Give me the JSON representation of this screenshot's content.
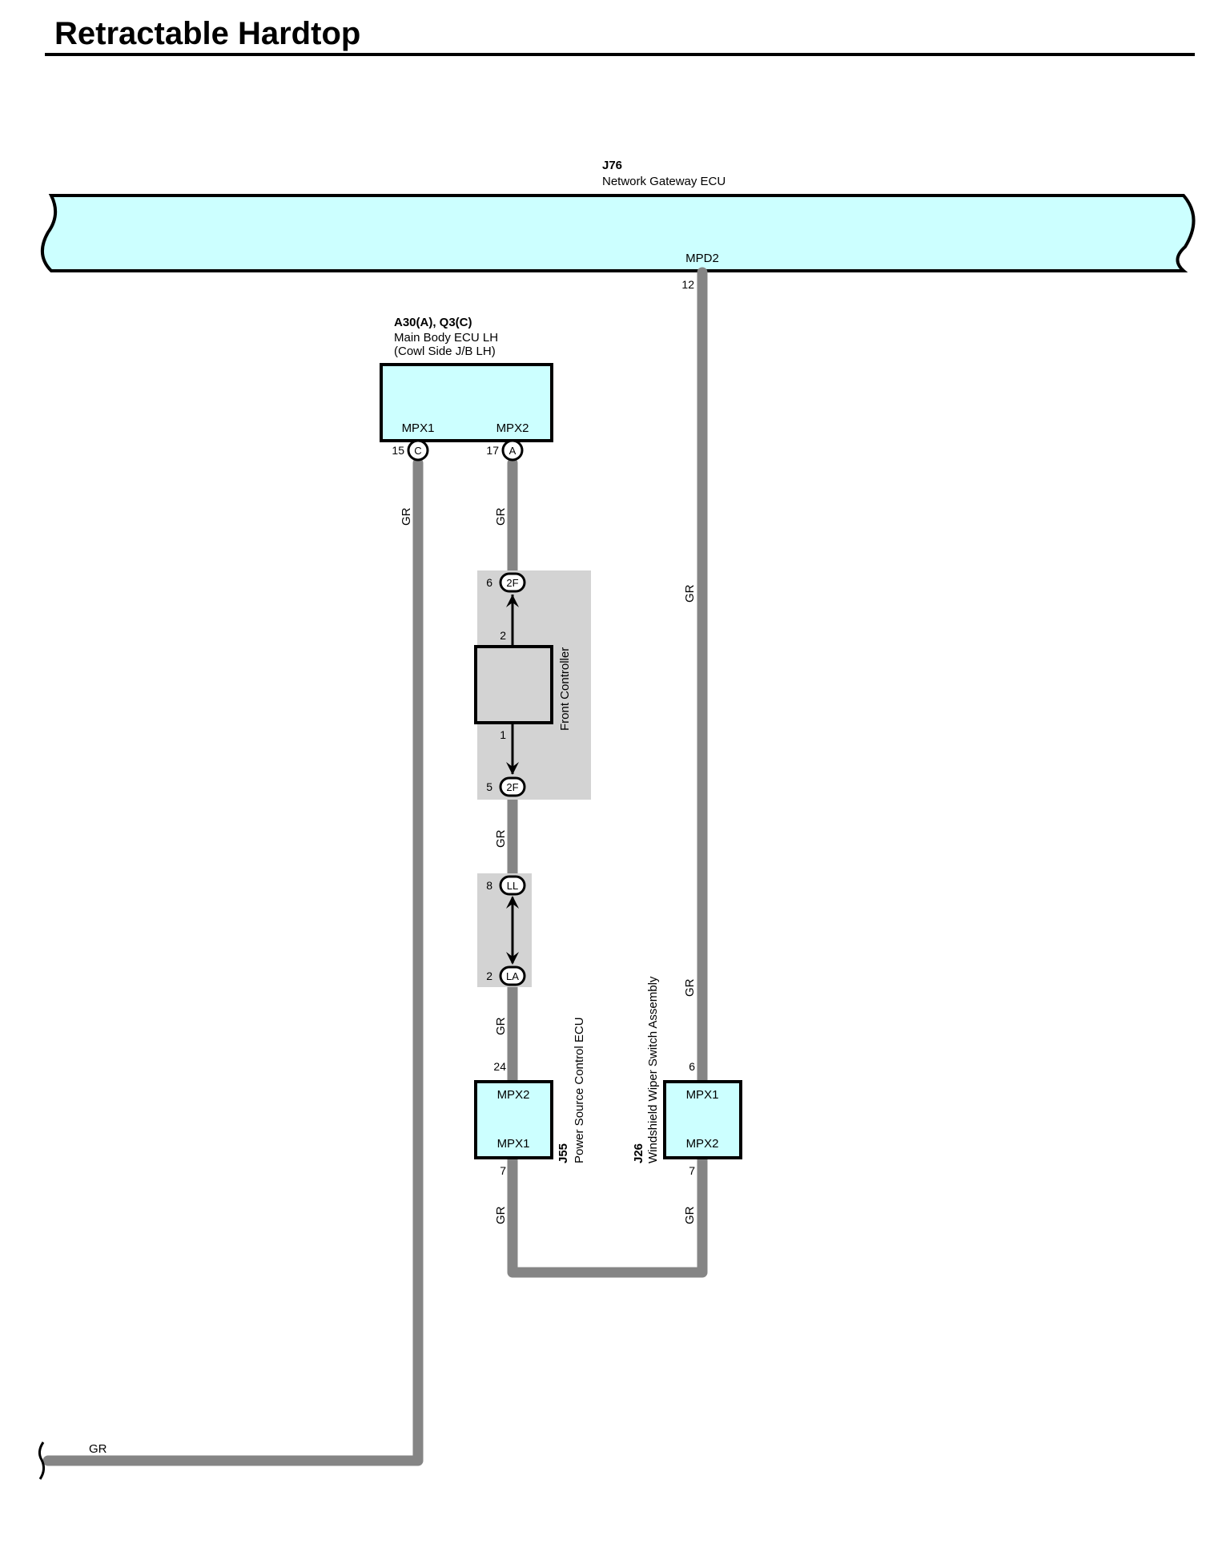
{
  "title": "Retractable Hardtop",
  "gateway": {
    "code": "J76",
    "name": "Network Gateway ECU",
    "pin_label": "MPD2",
    "pin_number": "12"
  },
  "main_body_ecu": {
    "code": "A30(A), Q3(C)",
    "name": "Main Body ECU LH",
    "sub": "(Cowl Side J/B LH)",
    "pin_left_label": "MPX1",
    "pin_right_label": "MPX2",
    "pin_left_number": "15",
    "pin_left_conn": "C",
    "pin_right_number": "17",
    "pin_right_conn": "A"
  },
  "front_controller": {
    "name": "Front Controller",
    "top_conn": "2F",
    "top_conn_pin": "6",
    "top_pin": "2",
    "bottom_pin": "1",
    "bottom_conn": "2F",
    "bottom_conn_pin": "5"
  },
  "junction": {
    "top_conn": "LL",
    "top_pin": "8",
    "bottom_conn": "LA",
    "bottom_pin": "2"
  },
  "power_ecu": {
    "code": "J55",
    "name": "Power Source Control ECU",
    "top_label": "MPX2",
    "bottom_label": "MPX1",
    "top_pin": "24",
    "bottom_pin": "7"
  },
  "wiper_switch": {
    "code": "J26",
    "name": "Windshield Wiper Switch Assembly",
    "top_label": "MPX1",
    "bottom_label": "MPX2",
    "top_pin": "6",
    "bottom_pin": "7"
  },
  "wire_color": "GR",
  "colors": {
    "ecu_fill": "#ccffff",
    "wire": "#858585",
    "component_area": "#d3d3d3"
  }
}
